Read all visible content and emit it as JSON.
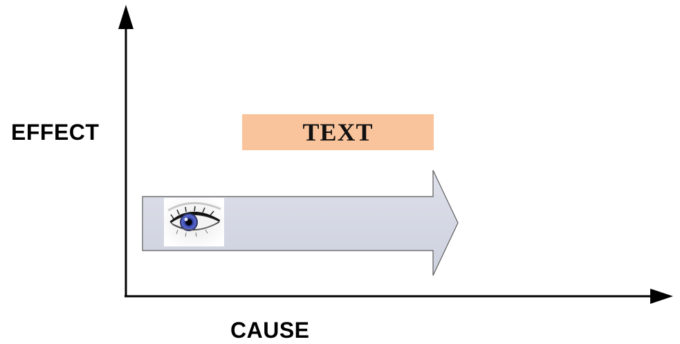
{
  "diagram": {
    "y_axis_label": "EFFECT",
    "x_axis_label": "CAUSE",
    "banner_text": "TEXT",
    "colors": {
      "axis": "#000000",
      "banner_fill": "#f9c49b",
      "arrow_fill": "#d5d9e6",
      "arrow_stroke": "#555555",
      "eye_iris": "#3b4aa8"
    },
    "icons": [
      "eye-icon",
      "up-arrowhead-icon",
      "right-arrowhead-icon",
      "block-arrow-icon"
    ]
  }
}
